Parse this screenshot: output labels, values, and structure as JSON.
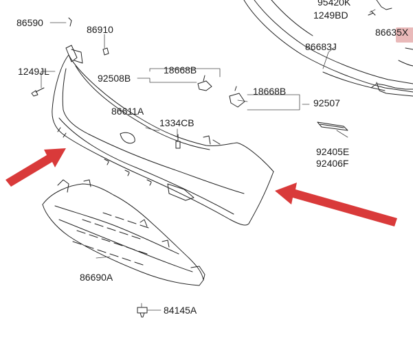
{
  "colors": {
    "line": "#222222",
    "arrow": "#d93a3a",
    "stamp": "#e9b9b9",
    "background": "#ffffff"
  },
  "parts": [
    {
      "id": "p86590",
      "number": "86590"
    },
    {
      "id": "p86910",
      "number": "86910"
    },
    {
      "id": "p1249JL",
      "number": "1249JL"
    },
    {
      "id": "p92508B",
      "number": "92508B"
    },
    {
      "id": "p18668B_top",
      "number": "18668B"
    },
    {
      "id": "p18668B_right",
      "number": "18668B"
    },
    {
      "id": "p92507",
      "number": "92507"
    },
    {
      "id": "p86611A",
      "number": "86611A"
    },
    {
      "id": "p1334CB",
      "number": "1334CB"
    },
    {
      "id": "p95420K",
      "number": "95420K"
    },
    {
      "id": "p1249BD",
      "number": "1249BD"
    },
    {
      "id": "p86635X",
      "number": "86635X"
    },
    {
      "id": "p86683J",
      "number": "86683J"
    },
    {
      "id": "p92405E",
      "number": "92405E"
    },
    {
      "id": "p92406F",
      "number": "92406F"
    },
    {
      "id": "p86690A",
      "number": "86690A"
    },
    {
      "id": "p84145A",
      "number": "84145A"
    }
  ]
}
